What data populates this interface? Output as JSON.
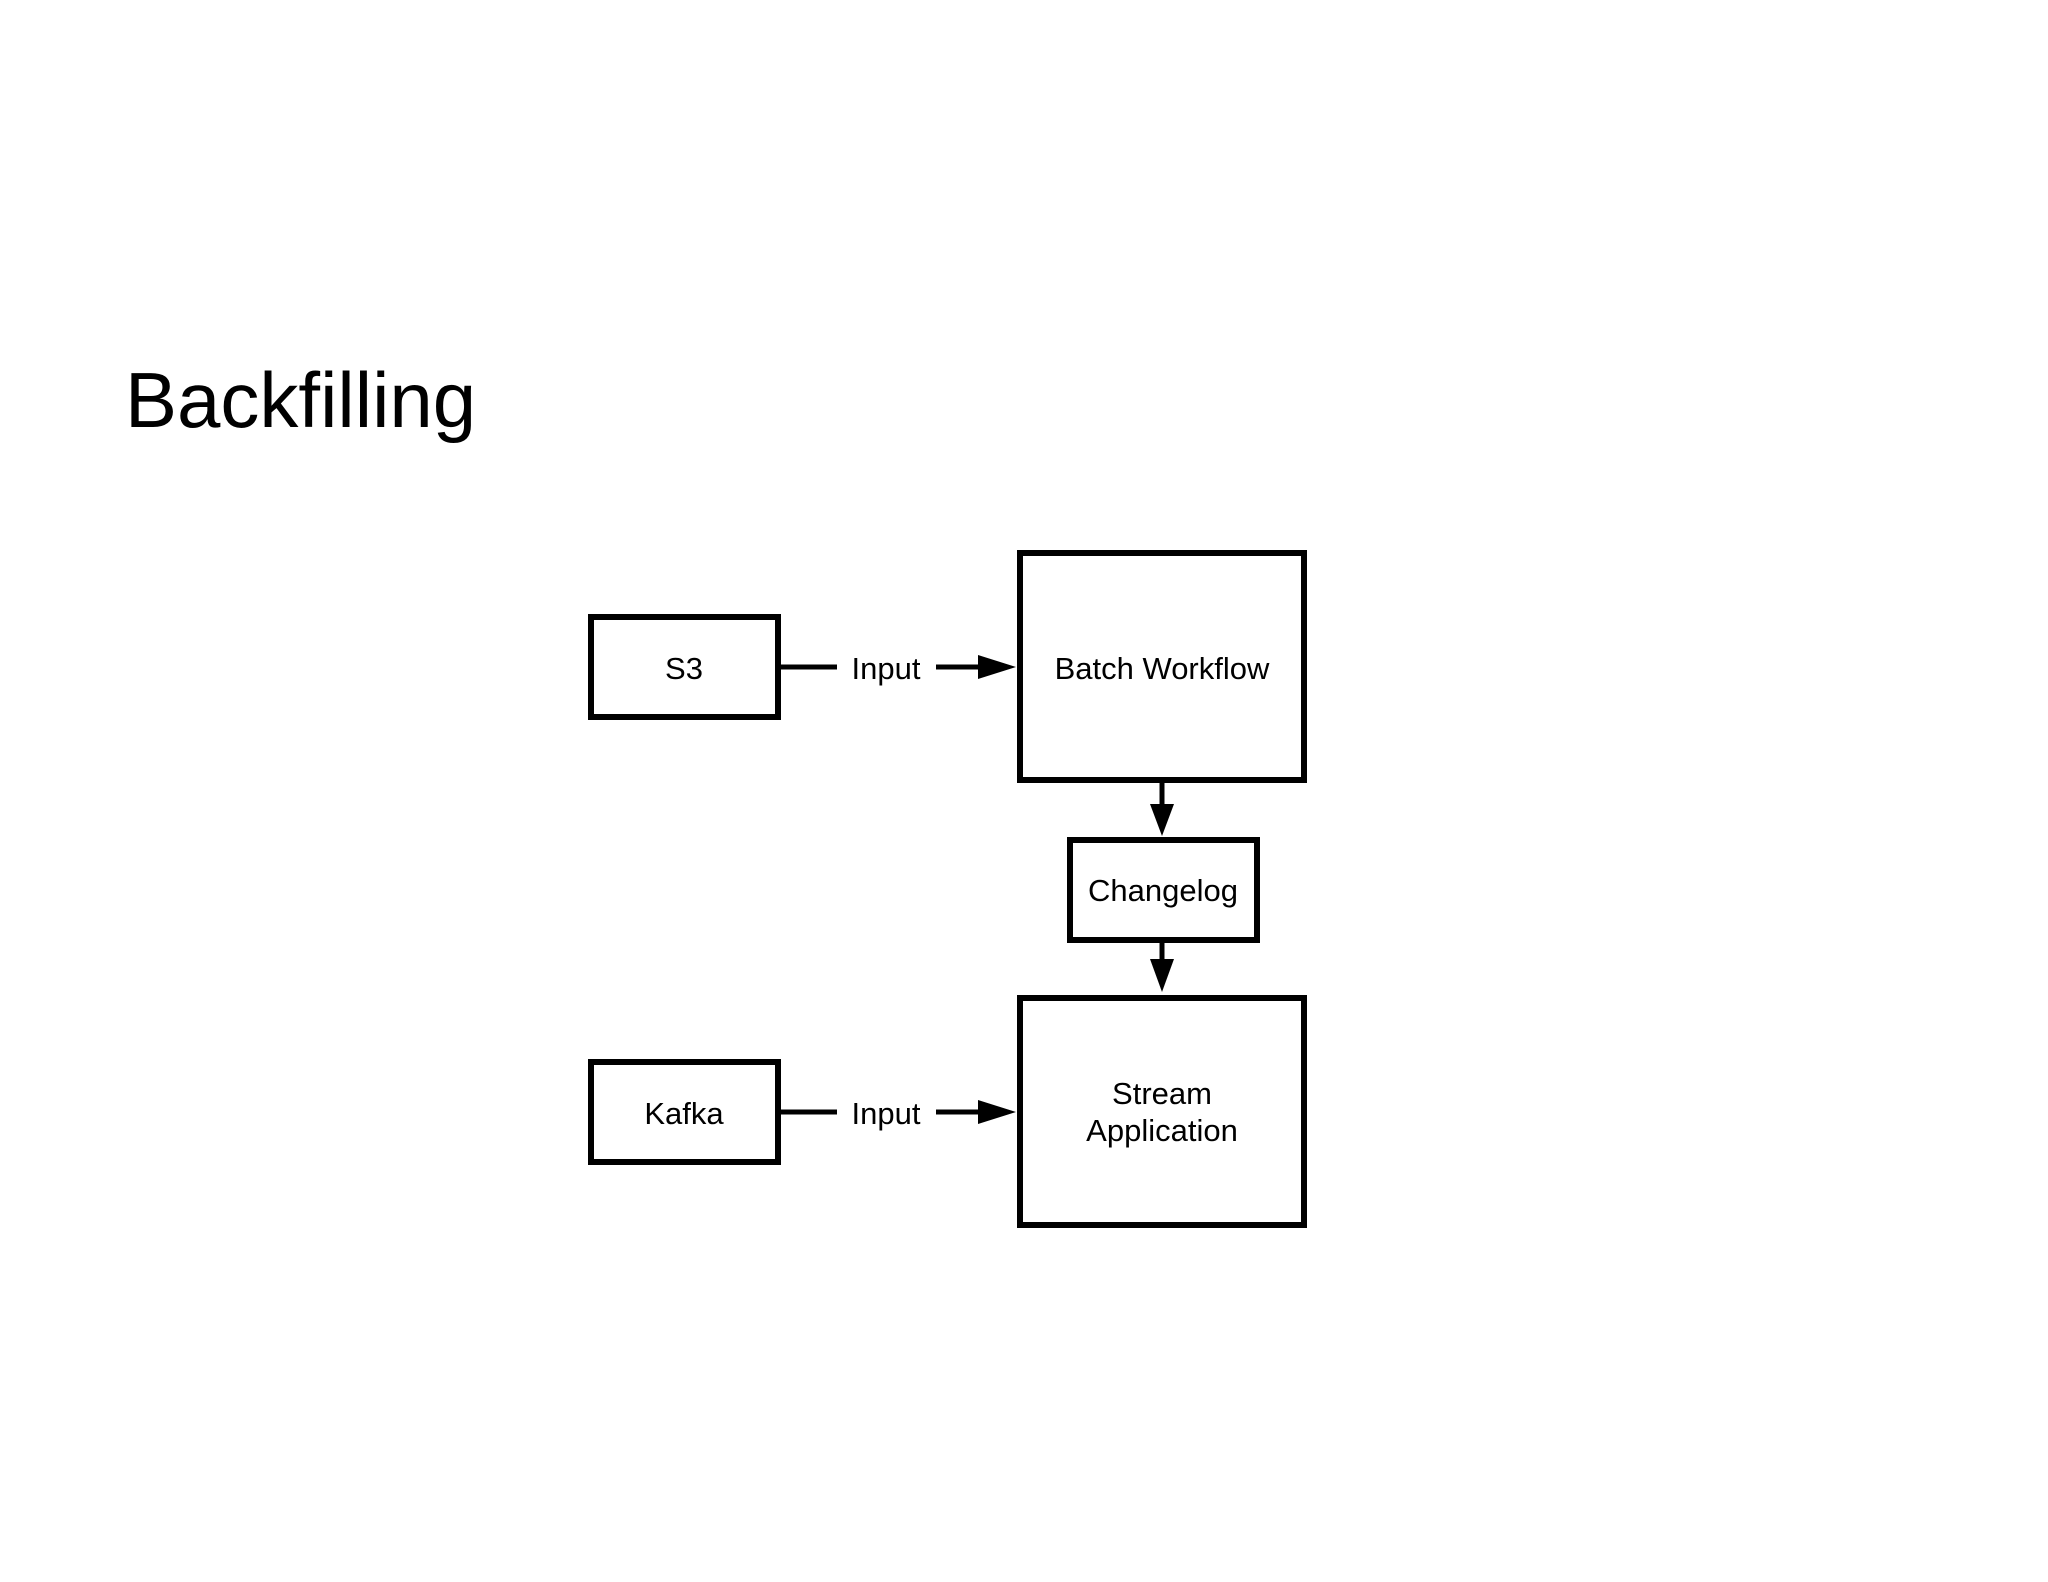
{
  "slide": {
    "title": "Backfilling"
  },
  "diagram": {
    "nodes": {
      "s3": "S3",
      "batch_workflow": "Batch Workflow",
      "changelog": "Changelog",
      "kafka": "Kafka",
      "stream_application_line1": "Stream",
      "stream_application_line2": "Application"
    },
    "edges": {
      "s3_to_batch": "Input",
      "kafka_to_stream": "Input"
    }
  },
  "colors": {
    "stroke": "#000000",
    "background": "#ffffff"
  }
}
